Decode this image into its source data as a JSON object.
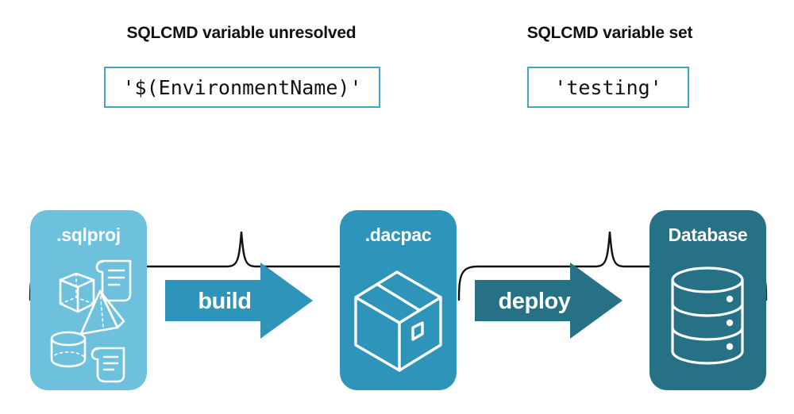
{
  "diagram": {
    "title_left": "SQLCMD variable unresolved",
    "title_right": "SQLCMD variable set",
    "value_left": "'$(EnvironmentName)'",
    "value_right": "'testing'",
    "colors": {
      "sqlproj": "#6EC1DC",
      "dacpac": "#2E94B9",
      "database": "#277186",
      "box_border": "#41A5C4",
      "brace": "#111111",
      "text_dark": "#111111",
      "text_light": "#ffffff",
      "background": "#ffffff"
    },
    "artifacts": [
      {
        "id": "sqlproj",
        "label": ".sqlproj",
        "icon": "shapes-and-scripts-icon"
      },
      {
        "id": "dacpac",
        "label": ".dacpac",
        "icon": "package-box-icon"
      },
      {
        "id": "database",
        "label": "Database",
        "icon": "database-cylinder-icon"
      }
    ],
    "arrows": [
      {
        "id": "build",
        "label": "build"
      },
      {
        "id": "deploy",
        "label": "deploy"
      }
    ],
    "braces": [
      {
        "id": "left",
        "spans": [
          "sqlproj",
          "build",
          "dacpac"
        ]
      },
      {
        "id": "right",
        "spans": [
          "dacpac",
          "deploy",
          "database"
        ]
      }
    ]
  }
}
